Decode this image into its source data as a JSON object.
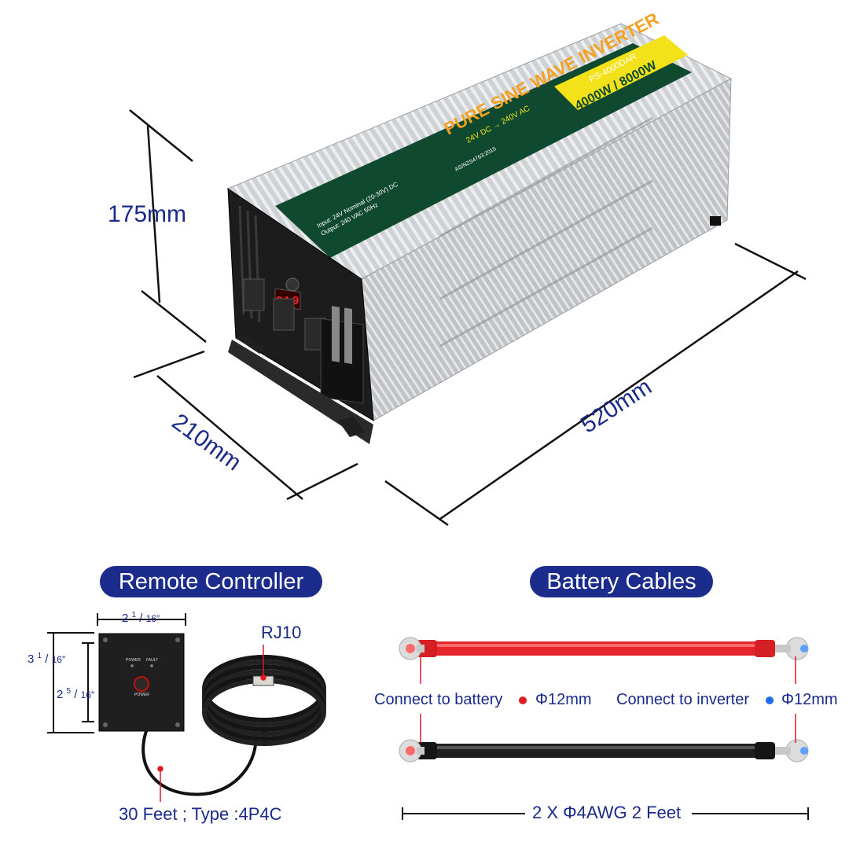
{
  "product": {
    "label_title": "PURE SINE WAVE INVERTER",
    "model": "PS-4000DAR",
    "power_rating": "4000W / 8000W",
    "voltage_line": "24V DC → 240V AC",
    "input_spec": "Input: 24V Nominal (20-30V) DC",
    "output_spec": "Output: 240 VAC 50Hz",
    "standard": "AS/NZS4763:2015",
    "display_reading": "24.9"
  },
  "dimensions": {
    "height": "175mm",
    "depth": "210mm",
    "length": "520mm"
  },
  "remote": {
    "heading": "Remote Controller",
    "width_label_whole": "2",
    "width_label_num": "1",
    "width_label_den": "16″",
    "outer_height_whole": "3",
    "outer_height_num": "1",
    "outer_height_den": "16″",
    "inner_height_whole": "2",
    "inner_height_num": "5",
    "inner_height_den": "16″",
    "power_led": "POWER",
    "fault_led": "FAULT",
    "power_button": "POWER",
    "connector_label": "RJ10",
    "cable_label": "30 Feet ; Type :4P4C"
  },
  "cables": {
    "heading": "Battery Cables",
    "battery_label": "Connect to battery",
    "battery_size": "Φ12mm",
    "inverter_label": "Connect to inverter",
    "inverter_size": "Φ12mm",
    "spec_label": "2 X Φ4AWG 2 Feet",
    "colors": {
      "red": "#e01b24",
      "blue": "#1e6fe6",
      "black": "#1a1a1a"
    }
  },
  "colors": {
    "accent": "#1c2c8c",
    "label_green": "#0f4a30",
    "label_yellow": "#f3e21a"
  }
}
